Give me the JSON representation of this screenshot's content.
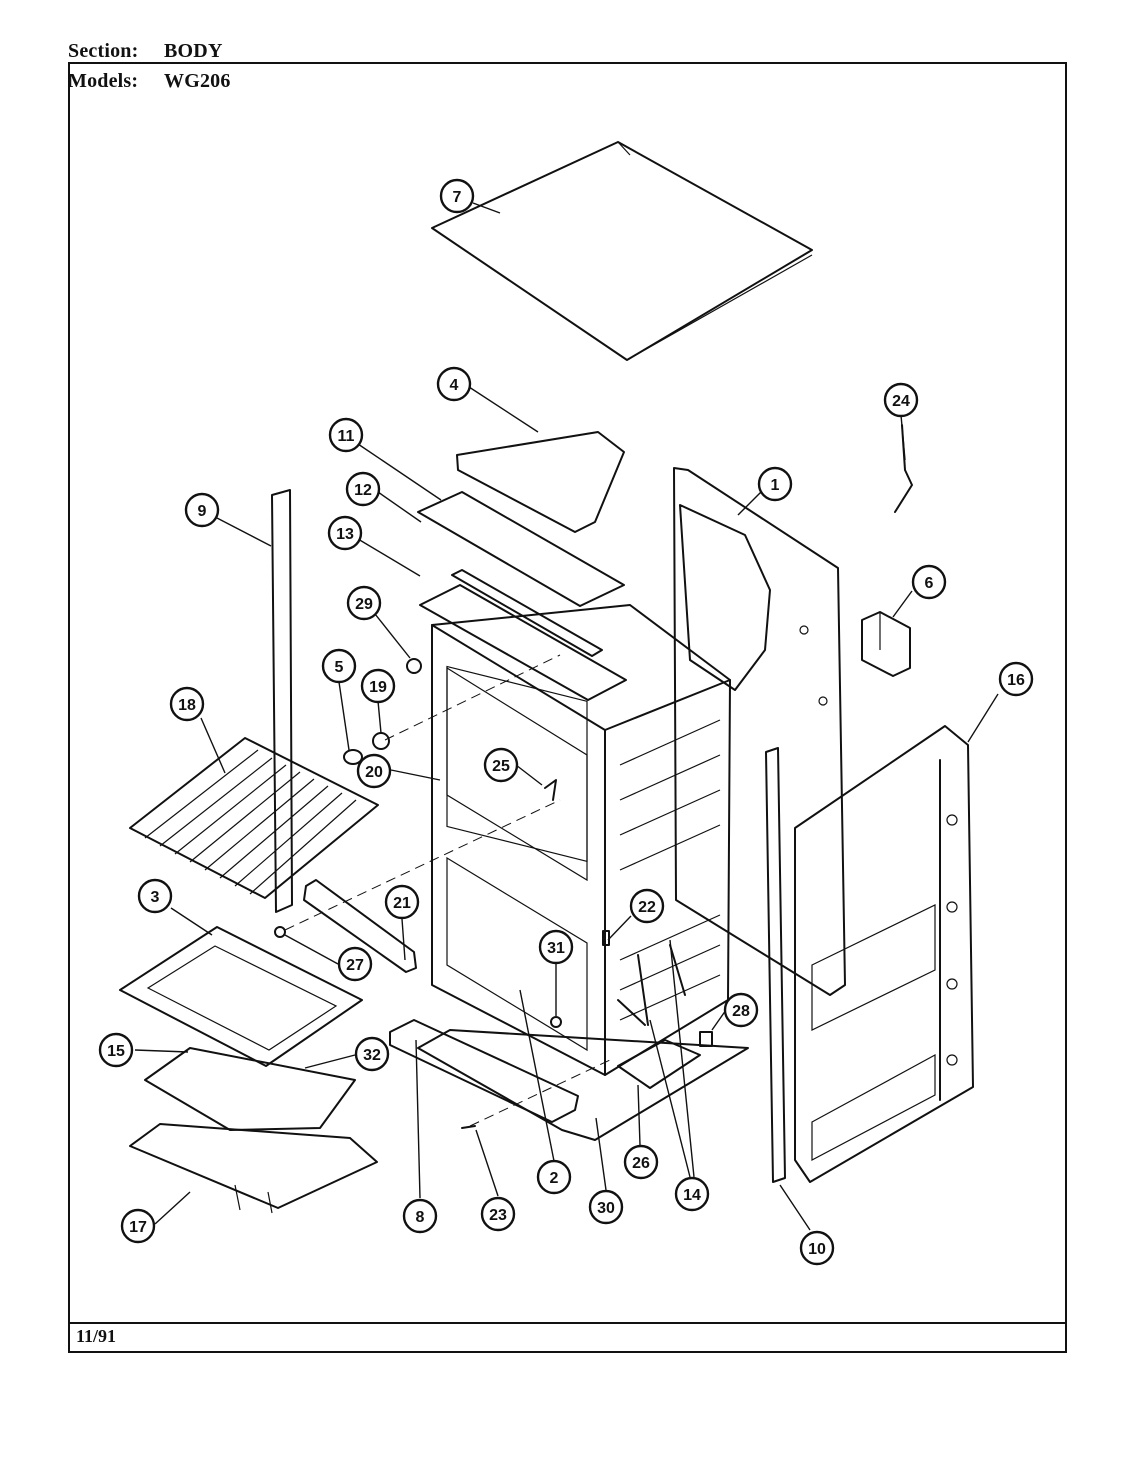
{
  "header": {
    "section_label": "Section:",
    "section_value": "BODY",
    "models_label": "Models:",
    "models_value": "WG206"
  },
  "footer": {
    "date": "11/91"
  },
  "callouts": [
    {
      "id": "c1",
      "label": "1"
    },
    {
      "id": "c2",
      "label": "2"
    },
    {
      "id": "c3",
      "label": "3"
    },
    {
      "id": "c4",
      "label": "4"
    },
    {
      "id": "c5",
      "label": "5"
    },
    {
      "id": "c6",
      "label": "6"
    },
    {
      "id": "c7",
      "label": "7"
    },
    {
      "id": "c8",
      "label": "8"
    },
    {
      "id": "c9",
      "label": "9"
    },
    {
      "id": "c10",
      "label": "10"
    },
    {
      "id": "c11",
      "label": "11"
    },
    {
      "id": "c12",
      "label": "12"
    },
    {
      "id": "c13",
      "label": "13"
    },
    {
      "id": "c14",
      "label": "14"
    },
    {
      "id": "c15",
      "label": "15"
    },
    {
      "id": "c16",
      "label": "16"
    },
    {
      "id": "c17",
      "label": "17"
    },
    {
      "id": "c18",
      "label": "18"
    },
    {
      "id": "c19",
      "label": "19"
    },
    {
      "id": "c20",
      "label": "20"
    },
    {
      "id": "c21",
      "label": "21"
    },
    {
      "id": "c22",
      "label": "22"
    },
    {
      "id": "c23",
      "label": "23"
    },
    {
      "id": "c24",
      "label": "24"
    },
    {
      "id": "c25",
      "label": "25"
    },
    {
      "id": "c26",
      "label": "26"
    },
    {
      "id": "c27",
      "label": "27"
    },
    {
      "id": "c28",
      "label": "28"
    },
    {
      "id": "c29",
      "label": "29"
    },
    {
      "id": "c30",
      "label": "30"
    },
    {
      "id": "c31",
      "label": "31"
    },
    {
      "id": "c32",
      "label": "32"
    }
  ]
}
